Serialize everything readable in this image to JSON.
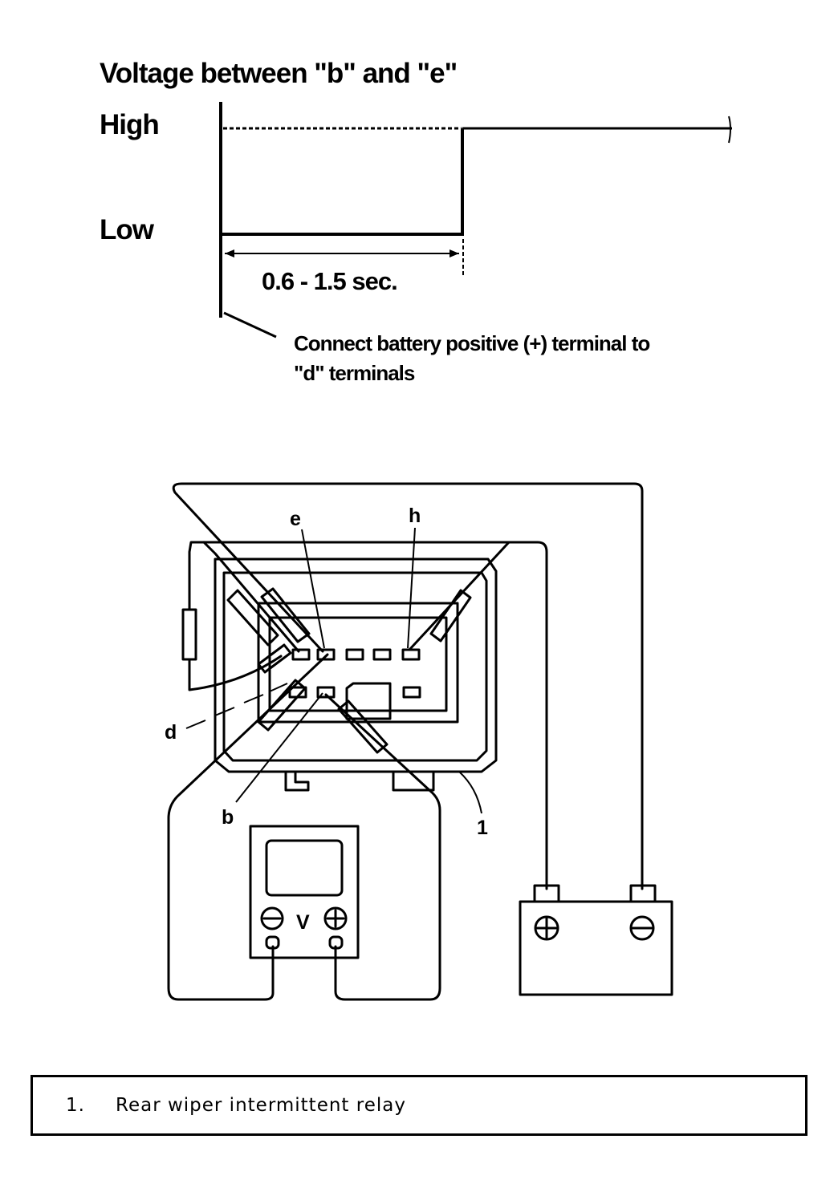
{
  "timing_chart": {
    "title": "Voltage between \"b\" and \"e\"",
    "level_high": "High",
    "level_low": "Low",
    "duration": "0.6 - 1.5 sec.",
    "annotation_line1": "Connect battery positive (+) terminal to",
    "annotation_line2": "\"d\" terminals"
  },
  "wiring": {
    "pin_e": "e",
    "pin_h": "h",
    "pin_d": "d",
    "pin_b": "b",
    "callout_1": "1",
    "voltmeter_label": "V"
  },
  "legend": {
    "items": [
      {
        "number": "1.",
        "text": "Rear wiper intermittent relay"
      }
    ]
  }
}
